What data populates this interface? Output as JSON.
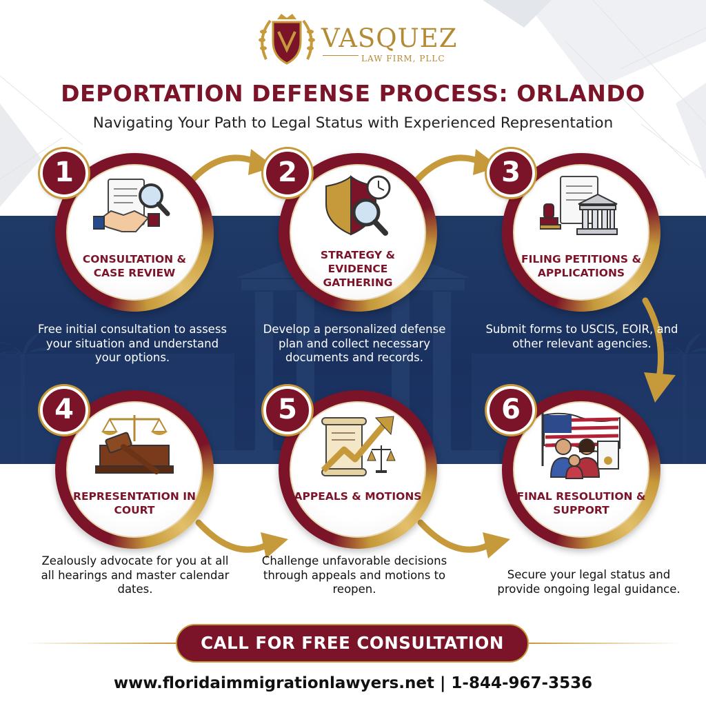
{
  "logo": {
    "name": "VASQUEZ",
    "sub": "LAW FIRM, PLLC"
  },
  "title": "DEPORTATION DEFENSE PROCESS: ORLANDO",
  "subtitle": "Navigating Your Path to Legal Status with Experienced Representation",
  "steps": [
    {
      "num": "1",
      "label": "CONSULTATION & CASE REVIEW",
      "icon": "handshake-magnifier-icon",
      "desc": "Free initial consultation to assess your situation and understand your options."
    },
    {
      "num": "2",
      "label": "STRATEGY & EVIDENCE GATHERING",
      "icon": "shield-clock-magnifier-icon",
      "desc": "Develop a personalized defense plan and collect necessary documents and records."
    },
    {
      "num": "3",
      "label": "FILING PETITIONS & APPLICATIONS",
      "icon": "stamp-courthouse-icon",
      "desc": "Submit forms to USCIS, EOIR, and other relevant agencies."
    },
    {
      "num": "4",
      "label": "REPRESENTATION IN COURT",
      "icon": "gavel-scales-icon",
      "desc": "Zealously advocate for you at all all hearings and master calendar dates."
    },
    {
      "num": "5",
      "label": "APPEALS & MOTIONS",
      "icon": "scroll-arrow-scales-icon",
      "desc": "Challenge unfavorable decisions through appeals and motions to reopen."
    },
    {
      "num": "6",
      "label": "FINAL RESOLUTION & SUPPORT",
      "icon": "flag-family-certificate-icon",
      "desc": "Secure your legal status and provide ongoing legal guidance."
    }
  ],
  "cta": "CALL FOR FREE CONSULTATION",
  "contact": "www.floridaimmigrationlawyers.net | 1-844-967-3536",
  "colors": {
    "maroon": "#7b1428",
    "gold": "#c69a3a",
    "navy": "#1c3463"
  }
}
